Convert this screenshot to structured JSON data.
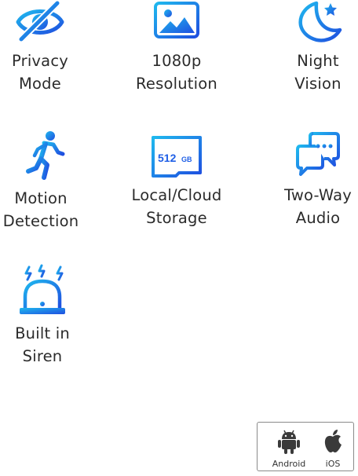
{
  "colors": {
    "icon_gradient_start": "#1fb8ee",
    "icon_gradient_end": "#1f4fe0",
    "text": "#2b2b2b"
  },
  "features": [
    {
      "icon": "eye-slash-icon",
      "label": "Privacy\nMode"
    },
    {
      "icon": "image-icon",
      "label": "1080p\nResolution"
    },
    {
      "icon": "moon-star-icon",
      "label": "Night\nVision"
    },
    {
      "icon": "running-person-icon",
      "label": "Motion\nDetection"
    },
    {
      "icon": "sd-card-icon",
      "label": "Local/Cloud\nStorage",
      "card_text": "512",
      "card_unit": "GB"
    },
    {
      "icon": "chat-bubbles-icon",
      "label": "Two-Way\nAudio"
    },
    {
      "icon": "siren-icon",
      "label": "Built in\nSiren"
    }
  ],
  "platforms": [
    {
      "icon": "android-icon",
      "label": "Android"
    },
    {
      "icon": "apple-icon",
      "label": "iOS"
    }
  ]
}
